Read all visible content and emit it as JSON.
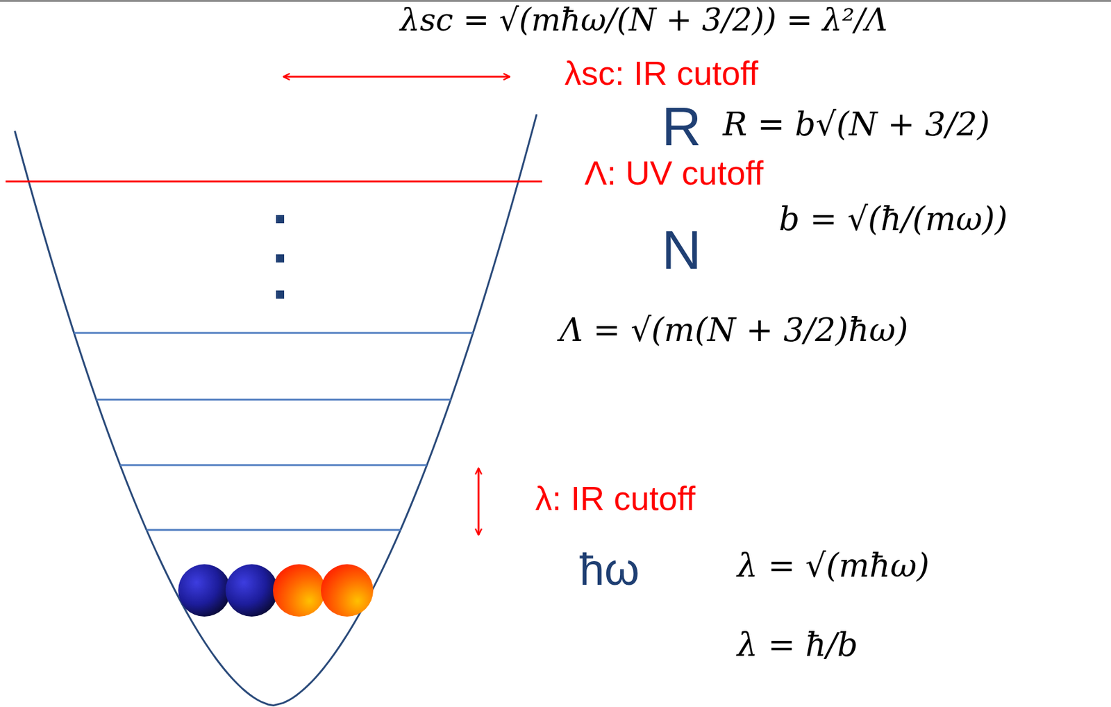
{
  "diagram": {
    "labels": [
      "λsc = √(mħω/(N + 3/2)) = λ²/Λ",
      "λsc: IR cutoff",
      "R",
      "R = b√(N + 3/2)",
      "Λ: UV cutoff",
      "b = √(ħ/(mω))",
      "N",
      "Λ = √(m(N + 3/2)ħω)",
      "λ: IR cutoff",
      "ħω",
      "λ = √(mħω)",
      "λ = ħ/b"
    ]
  }
}
